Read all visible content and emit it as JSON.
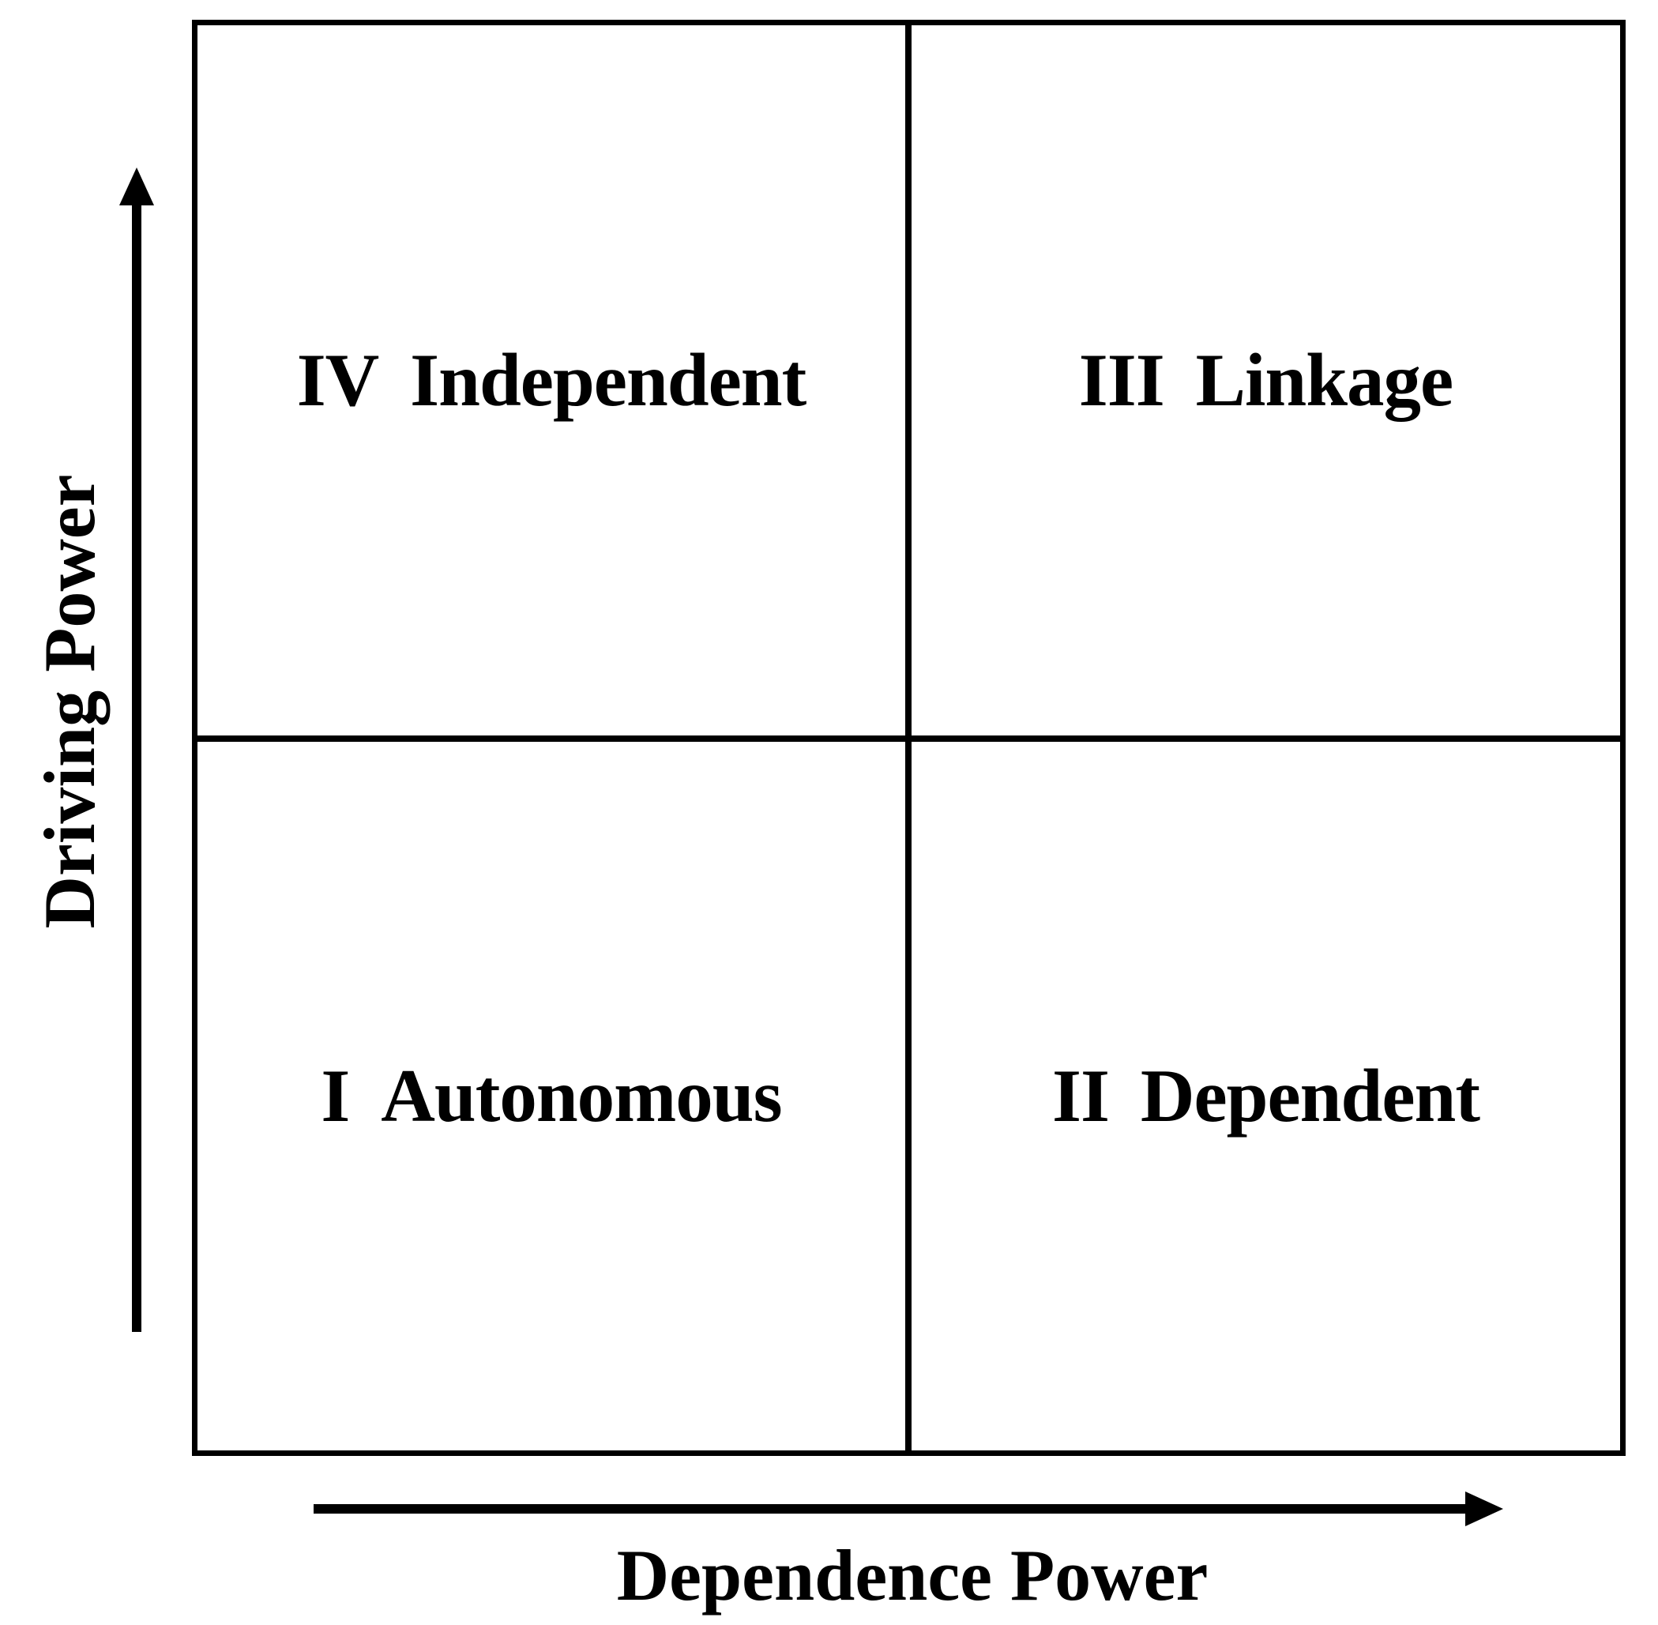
{
  "diagram": {
    "type": "quadrant-matrix",
    "y_axis": {
      "label": "Driving Power"
    },
    "x_axis": {
      "label": "Dependence Power"
    },
    "quadrants": {
      "top_left": {
        "numeral": "IV",
        "name": "Independent"
      },
      "top_right": {
        "numeral": "III",
        "name": "Linkage"
      },
      "bottom_left": {
        "numeral": "I",
        "name": "Autonomous"
      },
      "bottom_right": {
        "numeral": "II",
        "name": "Dependent"
      }
    },
    "colors": {
      "ink": "#000000",
      "background": "#ffffff"
    }
  }
}
